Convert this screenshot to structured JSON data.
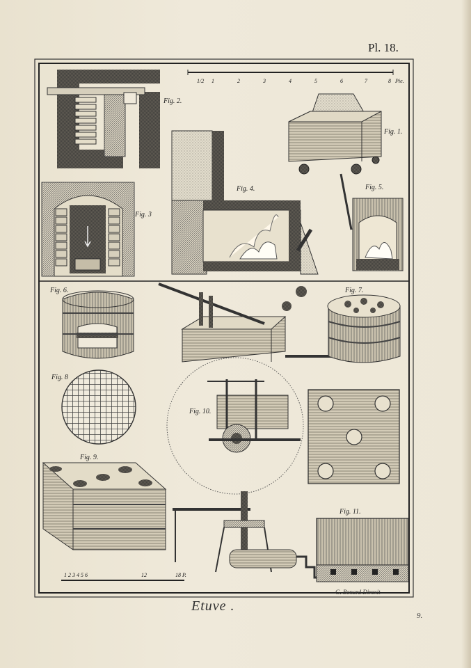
{
  "plate": {
    "number": "Pl. 18.",
    "title": "Etuve .",
    "engraver": "G. Benard Direxit",
    "page_number": "9."
  },
  "scale_top": {
    "ticks": [
      "1/2",
      "1",
      "2",
      "3",
      "4",
      "5",
      "6",
      "7",
      "8"
    ],
    "unit": "Pie."
  },
  "scale_bottom": {
    "ticks": [
      "1 2 3 4 5 6",
      "12",
      "18 P."
    ]
  },
  "figures": {
    "fig1": "Fig. 1.",
    "fig2": "Fig. 2.",
    "fig3": "Fig. 3",
    "fig4": "Fig. 4.",
    "fig5": "Fig. 5.",
    "fig6": "Fig. 6.",
    "fig7": "Fig. 7.",
    "fig8": "Fig. 8",
    "fig9": "Fig. 9.",
    "fig10": "Fig. 10.",
    "fig11": "Fig. 11."
  }
}
